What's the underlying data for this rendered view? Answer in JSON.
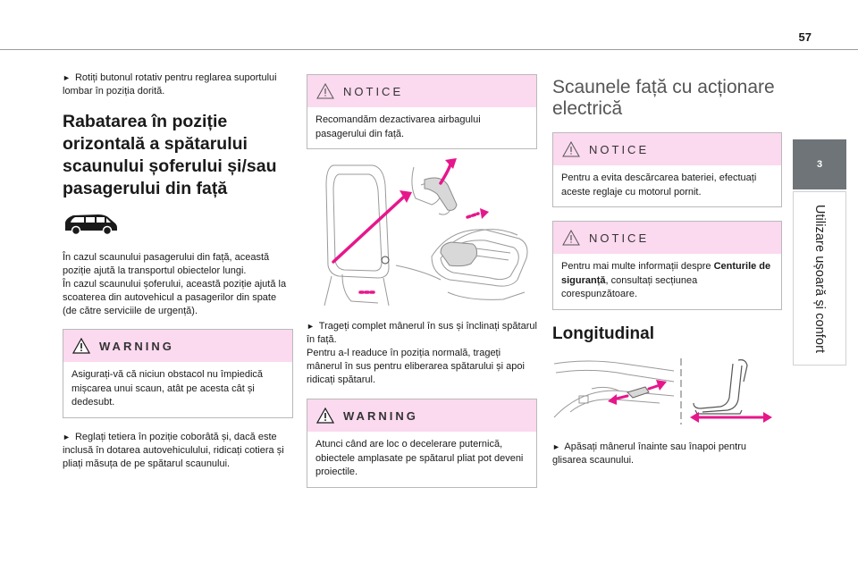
{
  "header": {
    "page_number": "57"
  },
  "side_tab": {
    "chapter_number": "3",
    "chapter_title": "Utilizare ușoară și confort"
  },
  "col1": {
    "intro": "Rotiți butonul rotativ pentru reglarea suportului lombar în poziția dorită.",
    "heading": "Rabatarea în poziție orizontală a spătarului scaunului șoferului și/sau pasagerului din față",
    "car_icon": "van-icon",
    "para1": "În cazul scaunului pasagerului din față, această poziție ajută la transportul obiectelor lungi.",
    "para2": "În cazul scaunului șoferului, această poziție ajută la scoaterea din autovehicul a pasagerilor din spate (de către serviciile de urgență).",
    "warning": {
      "title": "WARNING",
      "text": "Asigurați-vă că niciun obstacol nu împiedică mișcarea unui scaun, atât pe acesta cât și dedesubt."
    },
    "step": "Reglați tetiera în poziție coborâtă și, dacă este inclusă în dotarea autovehiculului, ridicați cotiera și pliați măsuța de pe spătarul scaunului."
  },
  "col2": {
    "notice": {
      "title": "NOTICE",
      "text": "Recomandăm dezactivarea airbagului pasagerului din față."
    },
    "step_line1": "Trageți complet mânerul în sus și înclinați spătarul în față.",
    "step_line2": "Pentru a-l readuce în poziția normală, trageți mânerul în sus pentru eliberarea spătarului și apoi ridicați spătarul.",
    "warning": {
      "title": "WARNING",
      "text": "Atunci când are loc o decelerare puternică, obiectele amplasate pe spătarul pliat pot deveni proiectile."
    }
  },
  "col3": {
    "heading": "Scaunele față cu acționare electrică",
    "notice1": {
      "title": "NOTICE",
      "text": "Pentru a evita descărcarea bateriei, efectuați aceste reglaje cu motorul pornit."
    },
    "notice2": {
      "title": "NOTICE",
      "text_before": "Pentru mai multe informații despre ",
      "text_bold": "Centurile de siguranță",
      "text_after": ", consultați secțiunea corespunzătoare."
    },
    "subheading": "Longitudinal",
    "step": "Apăsați mânerul înainte sau înapoi pentru glisarea scaunului."
  },
  "colors": {
    "accent_pink": "#e6178b",
    "box_header": "#fbd9ef",
    "tab_grey": "#6e7478"
  }
}
